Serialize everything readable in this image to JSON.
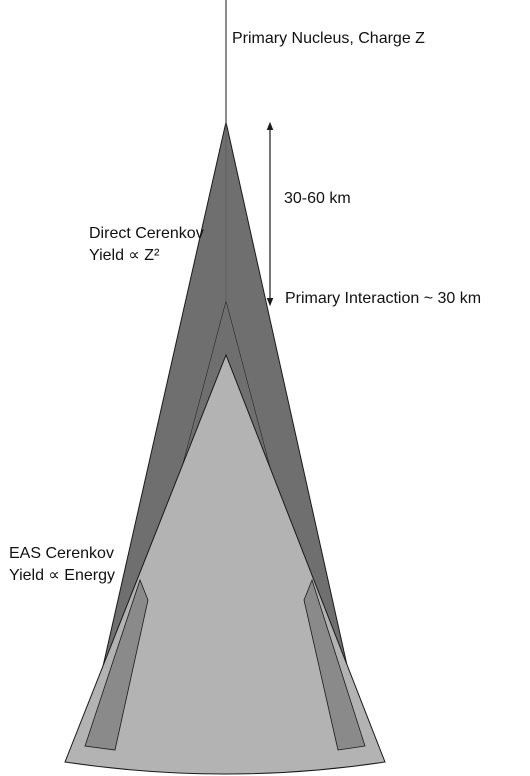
{
  "labels": {
    "primary_nucleus": "Primary Nucleus, Charge Z",
    "distance": "30-60 km",
    "primary_interaction": "Primary Interaction ~ 30 km",
    "direct_cerenkov_line1": "Direct Cerenkov",
    "direct_cerenkov_line2": "Yield ∝ Z²",
    "eas_cerenkov_line1": "EAS Cerenkov",
    "eas_cerenkov_line2": "Yield ∝ Energy"
  },
  "colors": {
    "direct_cone_fill": "#6f6f6f",
    "eas_cone_fill": "#b3b3b3",
    "outline": "#1a1a1a",
    "background": "#ffffff"
  }
}
